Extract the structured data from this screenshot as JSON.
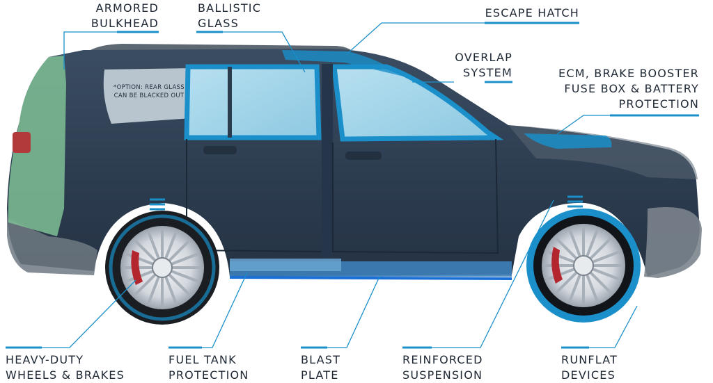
{
  "colors": {
    "accent": "#1a8fc9",
    "body": "#2f3f52",
    "glass": "#9fd4ea",
    "text": "#1d2733"
  },
  "labels": {
    "armored_bulkhead": [
      "ARMORED",
      "BULKHEAD"
    ],
    "ballistic_glass": [
      "BALLISTIC",
      "GLASS"
    ],
    "escape_hatch": [
      "ESCAPE HATCH"
    ],
    "overlap_system": [
      "OVERLAP",
      "SYSTEM"
    ],
    "ecm_protection": [
      "ECM, BRAKE BOOSTER",
      "FUSE BOX & BATTERY",
      "PROTECTION"
    ],
    "wheels_brakes": [
      "HEAVY-DUTY",
      "WHEELS & BRAKES"
    ],
    "fuel_tank": [
      "FUEL TANK",
      "PROTECTION"
    ],
    "blast_plate": [
      "BLAST",
      "PLATE"
    ],
    "suspension": [
      "REINFORCED",
      "SUSPENSION"
    ],
    "runflat": [
      "RUNFLAT",
      "DEVICES"
    ]
  },
  "rear_glass_note": [
    "*OPTION: REAR GLASS",
    "CAN BE BLACKED OUT"
  ]
}
